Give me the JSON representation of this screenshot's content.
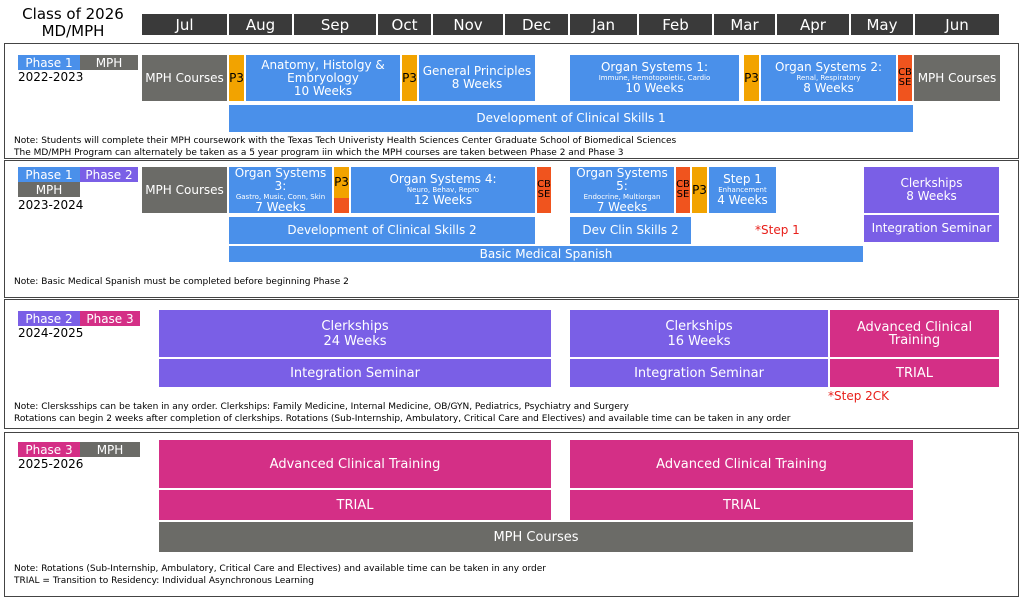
{
  "header": {
    "title": "Class of 2026",
    "subtitle": "MD/MPH",
    "months": [
      "Jul",
      "Aug",
      "Sep",
      "Oct",
      "Nov",
      "Dec",
      "Jan",
      "Feb",
      "Mar",
      "Apr",
      "May",
      "Jun"
    ]
  },
  "colors": {
    "phase1": "#4a90ea",
    "phase2": "#7a5fe6",
    "phase3": "#d42f86",
    "mph": "#6b6b67",
    "p3": "#f2a300",
    "cbse": "#f0541e",
    "step": "#e8201b"
  },
  "s1": {
    "tag_phase": "Phase 1",
    "tag_mph": "MPH",
    "year": "2022-2023",
    "mph_start": "MPH Courses",
    "p3": "P3",
    "anat_title": "Anatomy, Histolgy & Embryology",
    "anat_weeks": "10 Weeks",
    "gp_title": "General Principles",
    "gp_weeks": "8 Weeks",
    "os1_title": "Organ Systems 1:",
    "os1_sub": "Immune, Hemotopoietic, Cardio",
    "os1_weeks": "10 Weeks",
    "os2_title": "Organ Systems 2:",
    "os2_sub": "Renal, Respiratory",
    "os2_weeks": "8 Weeks",
    "cbse": "CBSE",
    "mph_end": "MPH Courses",
    "dcs": "Development of Clinical Skills 1",
    "note1": "Note: Students will complete their MPH coursework with the Texas Tech Univeristy Health Sciences Center Graduate School of Biomedical Sciences",
    "note2": "The MD/MPH Program can alternately be taken as a 5 year program iin which the MPH courses are taken between Phase 2 and Phase 3"
  },
  "s2": {
    "tag_phase1": "Phase 1",
    "tag_phase2": "Phase 2",
    "tag_mph": "MPH",
    "year": "2023-2024",
    "mph": "MPH Courses",
    "os3_title": "Organ Systems 3:",
    "os3_sub": "Gastro, Music, Conn, Skin",
    "os3_weeks": "7 Weeks",
    "p3": "P3",
    "os4_title": "Organ Systems 4:",
    "os4_sub": "Neuro, Behav, Repro",
    "os4_weeks": "12 Weeks",
    "cbse": "CBSE",
    "os5_title": "Organ Systems 5:",
    "os5_sub": "Endocrine, Multiorgan",
    "os5_weeks": "7 Weeks",
    "step1_title": "Step 1",
    "step1_sub": "Enhancement",
    "step1_weeks": "4 Weeks",
    "clerk_title": "Clerkships",
    "clerk_weeks": "8 Weeks",
    "dcs2": "Development of Clinical Skills 2",
    "devclin2": "Dev Clin Skills 2",
    "step1_exam": "*Step 1",
    "integ": "Integration Seminar",
    "spanish": "Basic Medical Spanish",
    "note": "Note: Basic Medical Spanish must be completed before beginning Phase 2"
  },
  "s3": {
    "tag_phase2": "Phase 2",
    "tag_phase3": "Phase 3",
    "year": "2024-2025",
    "clerk_a_title": "Clerkships",
    "clerk_a_weeks": "24 Weeks",
    "clerk_b_title": "Clerkships",
    "clerk_b_weeks": "16 Weeks",
    "integ_a": "Integration Seminar",
    "integ_b": "Integration Seminar",
    "act": "Advanced Clinical Training",
    "trial": "TRIAL",
    "step2": "*Step 2CK",
    "note1": "Note: Clersksships can be taken in any order. Clerkships: Family Medicine, Internal Medicine, OB/GYN, Pediatrics, Psychiatry and Surgery",
    "note2": "Rotations can begin 2 weeks after completion of clerkships. Rotations (Sub-Internship, Ambulatory, Critical Care and Electives) and available time can be taken in any order"
  },
  "s4": {
    "tag_phase3": "Phase 3",
    "tag_mph": "MPH",
    "year": "2025-2026",
    "act_a": "Advanced Clinical Training",
    "act_b": "Advanced Clinical Training",
    "trial_a": "TRIAL",
    "trial_b": "TRIAL",
    "mph": "MPH Courses",
    "note1": "Note: Rotations (Sub-Internship, Ambulatory, Critical Care and Electives) and available time can be taken in any order",
    "note2": "TRIAL = Transition to Residency: Individual Asynchronous Learning"
  }
}
